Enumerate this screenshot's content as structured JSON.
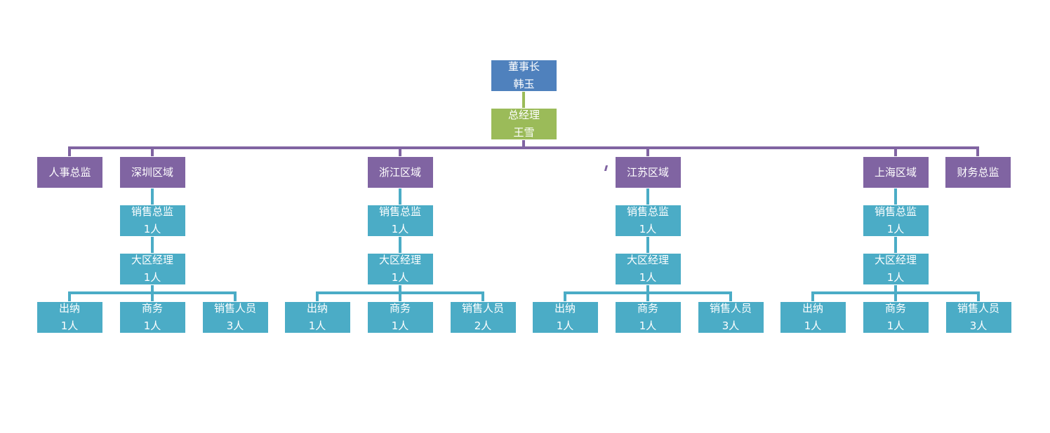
{
  "chairman": {
    "title": "董事长",
    "name": "韩玉"
  },
  "general_manager": {
    "title": "总经理",
    "name": "王雪"
  },
  "hr_director": "人事总监",
  "finance_director": "财务总监",
  "colors": {
    "chairman": "#4f81bd",
    "gm": "#9bbb59",
    "purple": "#8064a2",
    "teal": "#4bacc6"
  },
  "regions": [
    {
      "name": "深圳区域",
      "sales_director": {
        "title": "销售总监",
        "count": "1人"
      },
      "area_manager": {
        "title": "大区经理",
        "count": "1人"
      },
      "staff": [
        {
          "title": "出纳",
          "count": "1人"
        },
        {
          "title": "商务",
          "count": "1人"
        },
        {
          "title": "销售人员",
          "count": "3人"
        }
      ]
    },
    {
      "name": "浙江区域",
      "sales_director": {
        "title": "销售总监",
        "count": "1人"
      },
      "area_manager": {
        "title": "大区经理",
        "count": "1人"
      },
      "staff": [
        {
          "title": "出纳",
          "count": "1人"
        },
        {
          "title": "商务",
          "count": "1人"
        },
        {
          "title": "销售人员",
          "count": "2人"
        }
      ]
    },
    {
      "name": "江苏区域",
      "sales_director": {
        "title": "销售总监",
        "count": "1人"
      },
      "area_manager": {
        "title": "大区经理",
        "count": "1人"
      },
      "staff": [
        {
          "title": "出纳",
          "count": "1人"
        },
        {
          "title": "商务",
          "count": "1人"
        },
        {
          "title": "销售人员",
          "count": "3人"
        }
      ]
    },
    {
      "name": "上海区域",
      "sales_director": {
        "title": "销售总监",
        "count": "1人"
      },
      "area_manager": {
        "title": "大区经理",
        "count": "1人"
      },
      "staff": [
        {
          "title": "出纳",
          "count": "1人"
        },
        {
          "title": "商务",
          "count": "1人"
        },
        {
          "title": "销售人员",
          "count": "3人"
        }
      ]
    }
  ]
}
